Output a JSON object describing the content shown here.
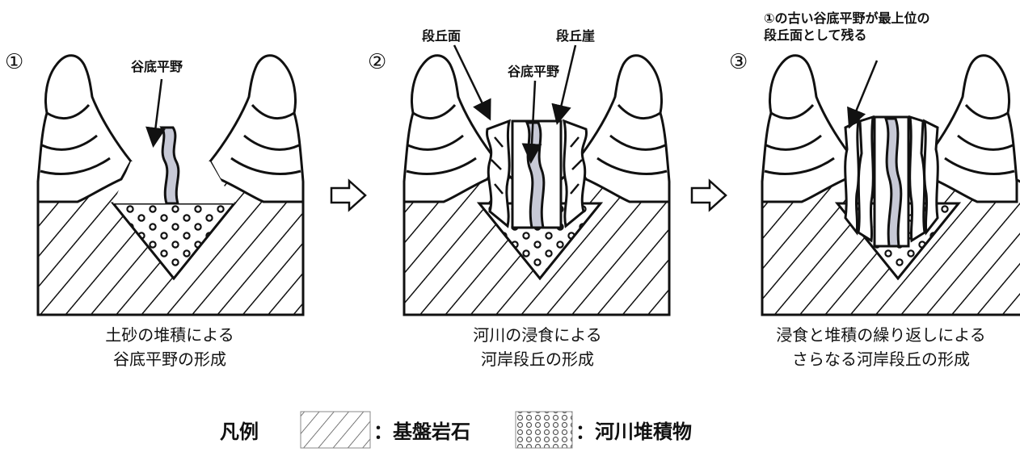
{
  "steps": [
    {
      "number": "①",
      "labels": [
        "谷底平野"
      ],
      "caption": [
        "土砂の堆積による",
        "谷底平野の形成"
      ]
    },
    {
      "number": "②",
      "labels": [
        "段丘面",
        "谷底平野",
        "段丘崖"
      ],
      "caption": [
        "河川の浸食による",
        "河岸段丘の形成"
      ]
    },
    {
      "number": "③",
      "labels": [
        "①の古い谷底平野が最上位の",
        "段丘面として残る"
      ],
      "caption": [
        "浸食と堆積の繰り返しによる",
        "さらなる河岸段丘の形成"
      ]
    }
  ],
  "legend": {
    "title": "凡例",
    "bedrock": "：基盤岩石",
    "sediment": "：河川堆積物"
  },
  "colors": {
    "stroke": "#111111",
    "river": "#c7c9d6",
    "background": "#ffffff"
  }
}
